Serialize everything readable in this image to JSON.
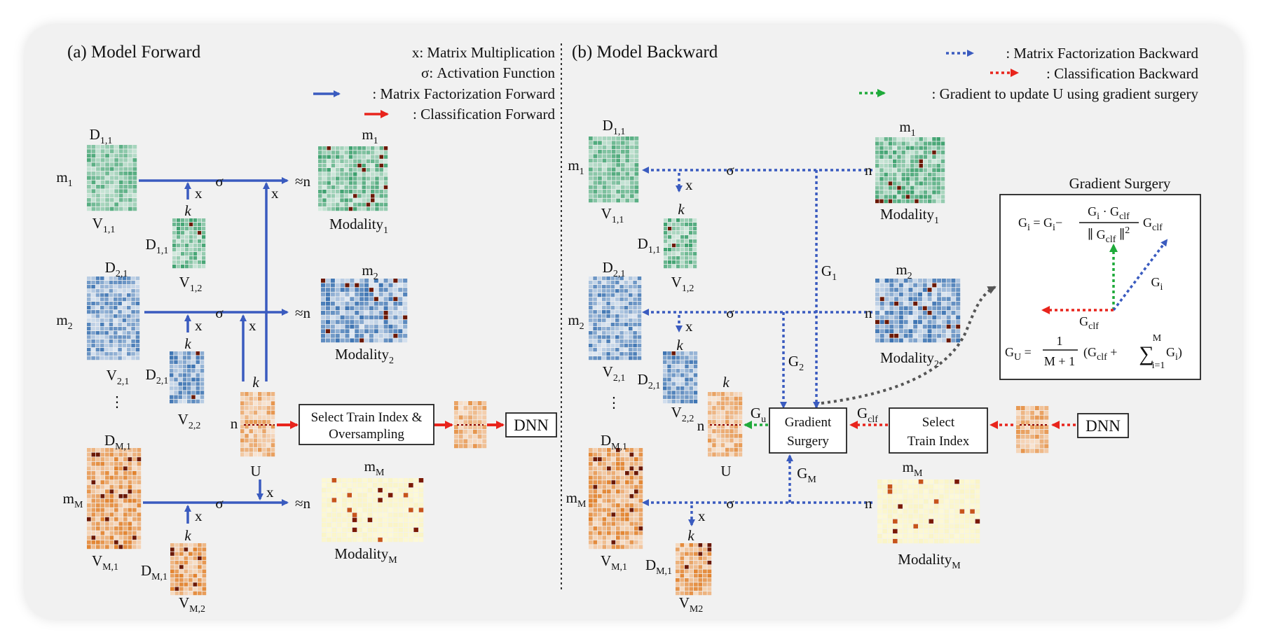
{
  "forward": {
    "title": "(a) Model Forward",
    "legend": {
      "matmul": "x: Matrix Multiplication",
      "activation": "σ: Activation Function",
      "mf_forward": ": Matrix Factorization Forward",
      "clf_forward": ": Classification Forward"
    },
    "select_box": [
      "Select Train Index &",
      "Oversampling"
    ],
    "dnn": "DNN"
  },
  "backward": {
    "title": "(b) Model Backward",
    "legend": {
      "mf_backward": ": Matrix Factorization Backward",
      "clf_backward": ": Classification Backward",
      "grad_u": ": Gradient to update U using gradient surgery"
    },
    "surgery_box": [
      "Gradient",
      "Surgery"
    ],
    "select_box": [
      "Select",
      "Train Index"
    ],
    "dnn": "DNN",
    "inset_title": "Gradient Surgery"
  },
  "symbols": {
    "sigma": "σ",
    "x": "x",
    "k": "k",
    "n": "n",
    "approx_n": "≈n",
    "dots": "⋮",
    "U": "U"
  },
  "colors": {
    "blue_arrow": "#3a5bbf",
    "red_arrow": "#e8241c",
    "green_arrow": "#1faa3a",
    "gray_arrow": "#555555",
    "green_map": "#2e9a63",
    "blue_map": "#2f6aad",
    "orange_map": "#e07a1f",
    "yellow_map": "#f7f0b8"
  }
}
